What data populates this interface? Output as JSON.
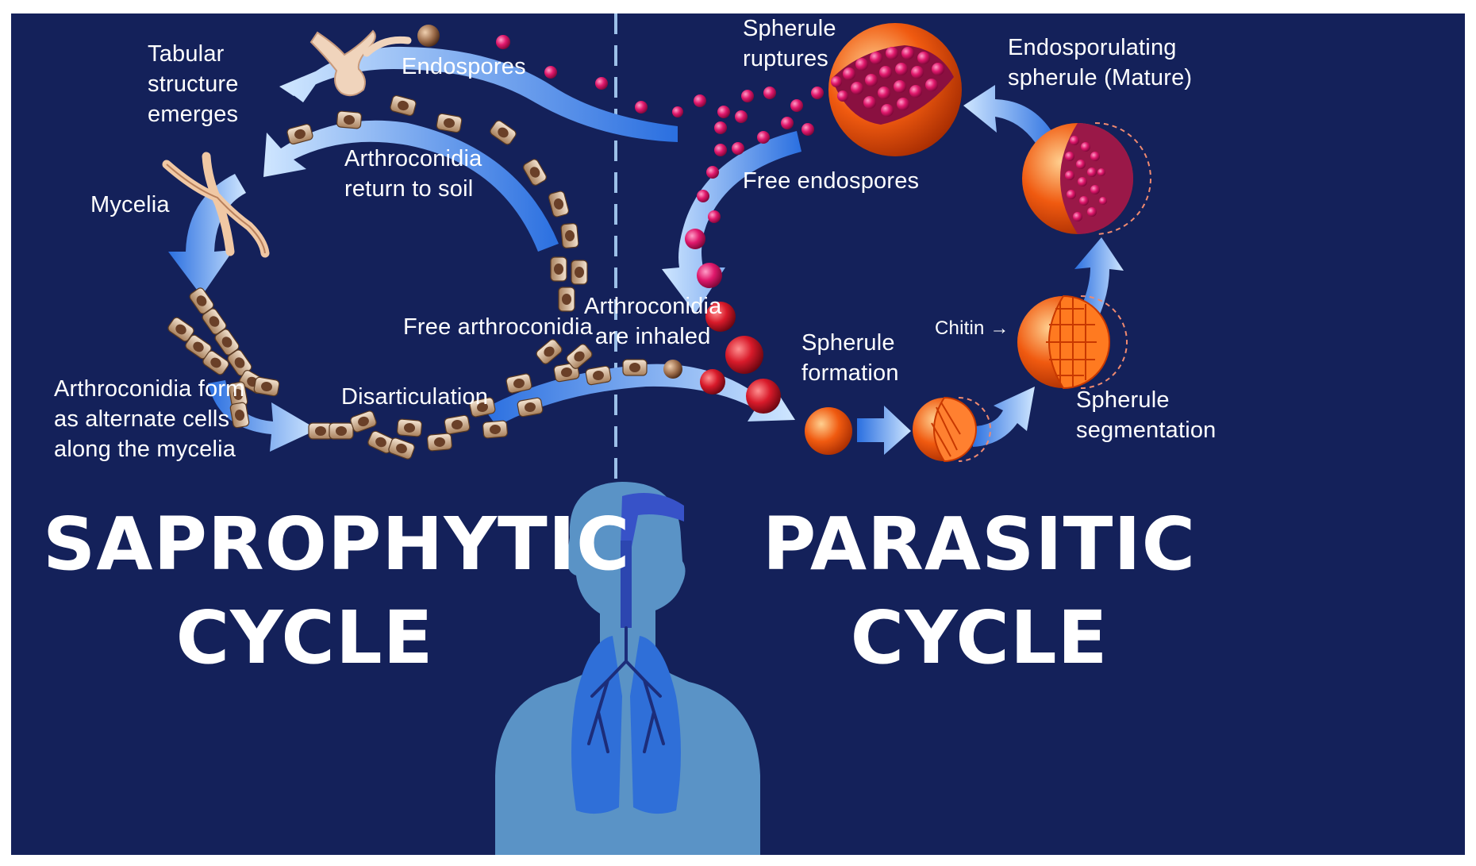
{
  "title_saprophytic": "SAPROPHYTIC\nCYCLE",
  "title_parasitic": "PARASITIC\nCYCLE",
  "labels": {
    "tabular": "Tabular\nstructure\nemerges",
    "endospores": "Endospores",
    "mycelia": "Mycelia",
    "arthro_return": "Arthroconidia\nreturn to soil",
    "arthro_form": "Arthroconidia form\nas alternate cells\nalong the mycelia",
    "disarticulation": "Disarticulation",
    "free_arthro": "Free arthroconidia",
    "arthro_inhaled": "Arthroconidia\nare inhaled",
    "spherule_ruptures": "Spherule\nruptures",
    "endosporulating": "Endosporulating\nspherule (Mature)",
    "free_endospores": "Free endospores",
    "spherule_formation": "Spherule\nformation",
    "chitin": "Chitin →",
    "spherule_segmentation": "Spherule\nsegmentation"
  },
  "colors": {
    "background": "#14215a",
    "arrow": "#6fb2f0",
    "body_silhouette": "#5a93c6",
    "endospore": "#e0186c",
    "spherule": "#f05a10",
    "arthroconidium": "#c9a27c"
  }
}
